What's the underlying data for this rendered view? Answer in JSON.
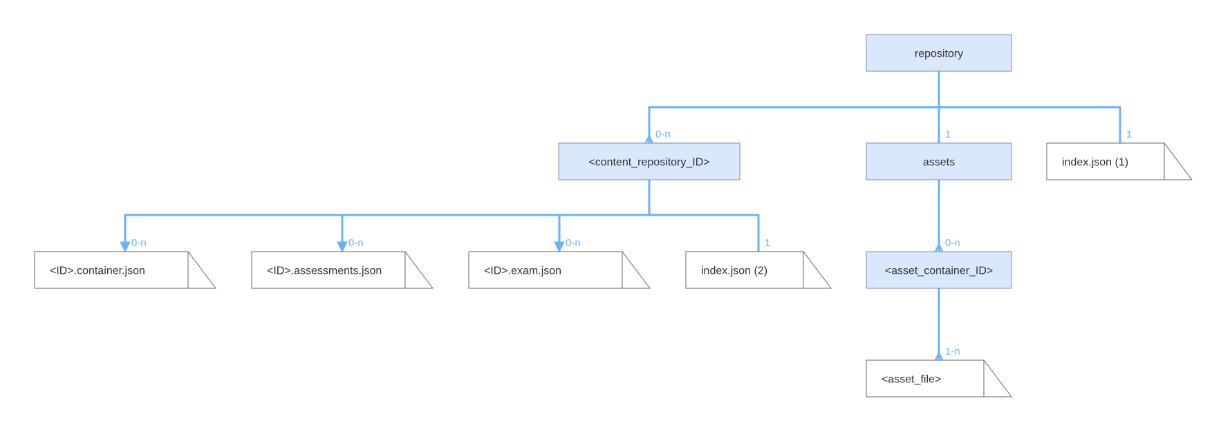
{
  "colors": {
    "connector": "#66b2ff",
    "folder_fill": "#dae8fc",
    "folder_stroke": "#6c8ebf",
    "file_fill": "#ffffff",
    "file_stroke": "#666666",
    "text": "#333333"
  },
  "nodes": {
    "repository": {
      "label": "repository",
      "kind": "folder"
    },
    "content_repository": {
      "label": "<content_repository_ID>",
      "kind": "folder"
    },
    "assets": {
      "label": "assets",
      "kind": "folder"
    },
    "index_1": {
      "label": "index.json (1)",
      "kind": "file"
    },
    "container_json": {
      "label": "<ID>.container.json",
      "kind": "file"
    },
    "assessments_json": {
      "label": "<ID>.assessments.json",
      "kind": "file"
    },
    "exam_json": {
      "label": "<ID>.exam.json",
      "kind": "file"
    },
    "index_2": {
      "label": "index.json (2)",
      "kind": "file"
    },
    "asset_container": {
      "label": "<asset_container_ID>",
      "kind": "folder"
    },
    "asset_file": {
      "label": "<asset_file>",
      "kind": "file"
    }
  },
  "edges": [
    {
      "from": "repository",
      "to": "content_repository",
      "multiplicity": "0-n",
      "end": "crowfoot"
    },
    {
      "from": "repository",
      "to": "assets",
      "multiplicity": "1",
      "end": "none"
    },
    {
      "from": "repository",
      "to": "index_1",
      "multiplicity": "1",
      "end": "none"
    },
    {
      "from": "content_repository",
      "to": "container_json",
      "multiplicity": "0-n",
      "end": "arrow"
    },
    {
      "from": "content_repository",
      "to": "assessments_json",
      "multiplicity": "0-n",
      "end": "arrow"
    },
    {
      "from": "content_repository",
      "to": "exam_json",
      "multiplicity": "0-n",
      "end": "arrow"
    },
    {
      "from": "content_repository",
      "to": "index_2",
      "multiplicity": "1",
      "end": "none"
    },
    {
      "from": "assets",
      "to": "asset_container",
      "multiplicity": "0-n",
      "end": "crowfoot"
    },
    {
      "from": "asset_container",
      "to": "asset_file",
      "multiplicity": "1-n",
      "end": "crowfoot"
    }
  ]
}
